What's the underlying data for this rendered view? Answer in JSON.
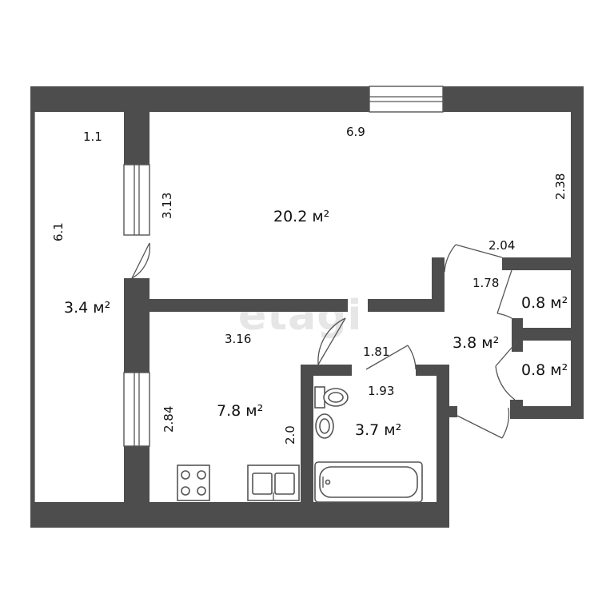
{
  "watermark": "etagi",
  "rooms": {
    "balcony": {
      "width": "1.1",
      "length": "6.1",
      "area": "3.4 м²"
    },
    "living_room": {
      "width": "6.9",
      "depth": "3.13",
      "side": "2.38",
      "area": "20.2 м²"
    },
    "kitchen": {
      "width": "3.16",
      "depth": "2.84",
      "side": "2.0",
      "area": "7.8 м²"
    },
    "hallway": {
      "width": "2.04",
      "depth": "1.78",
      "area": "3.8 м²"
    },
    "closet_upper": {
      "area": "0.8 м²"
    },
    "closet_lower": {
      "area": "0.8 м²"
    },
    "bathroom": {
      "width": "1.81",
      "depth": "1.93",
      "area": "3.7 м²"
    }
  },
  "colors": {
    "wall": "#4d4d4d",
    "watermark": "#e6e6e6"
  }
}
